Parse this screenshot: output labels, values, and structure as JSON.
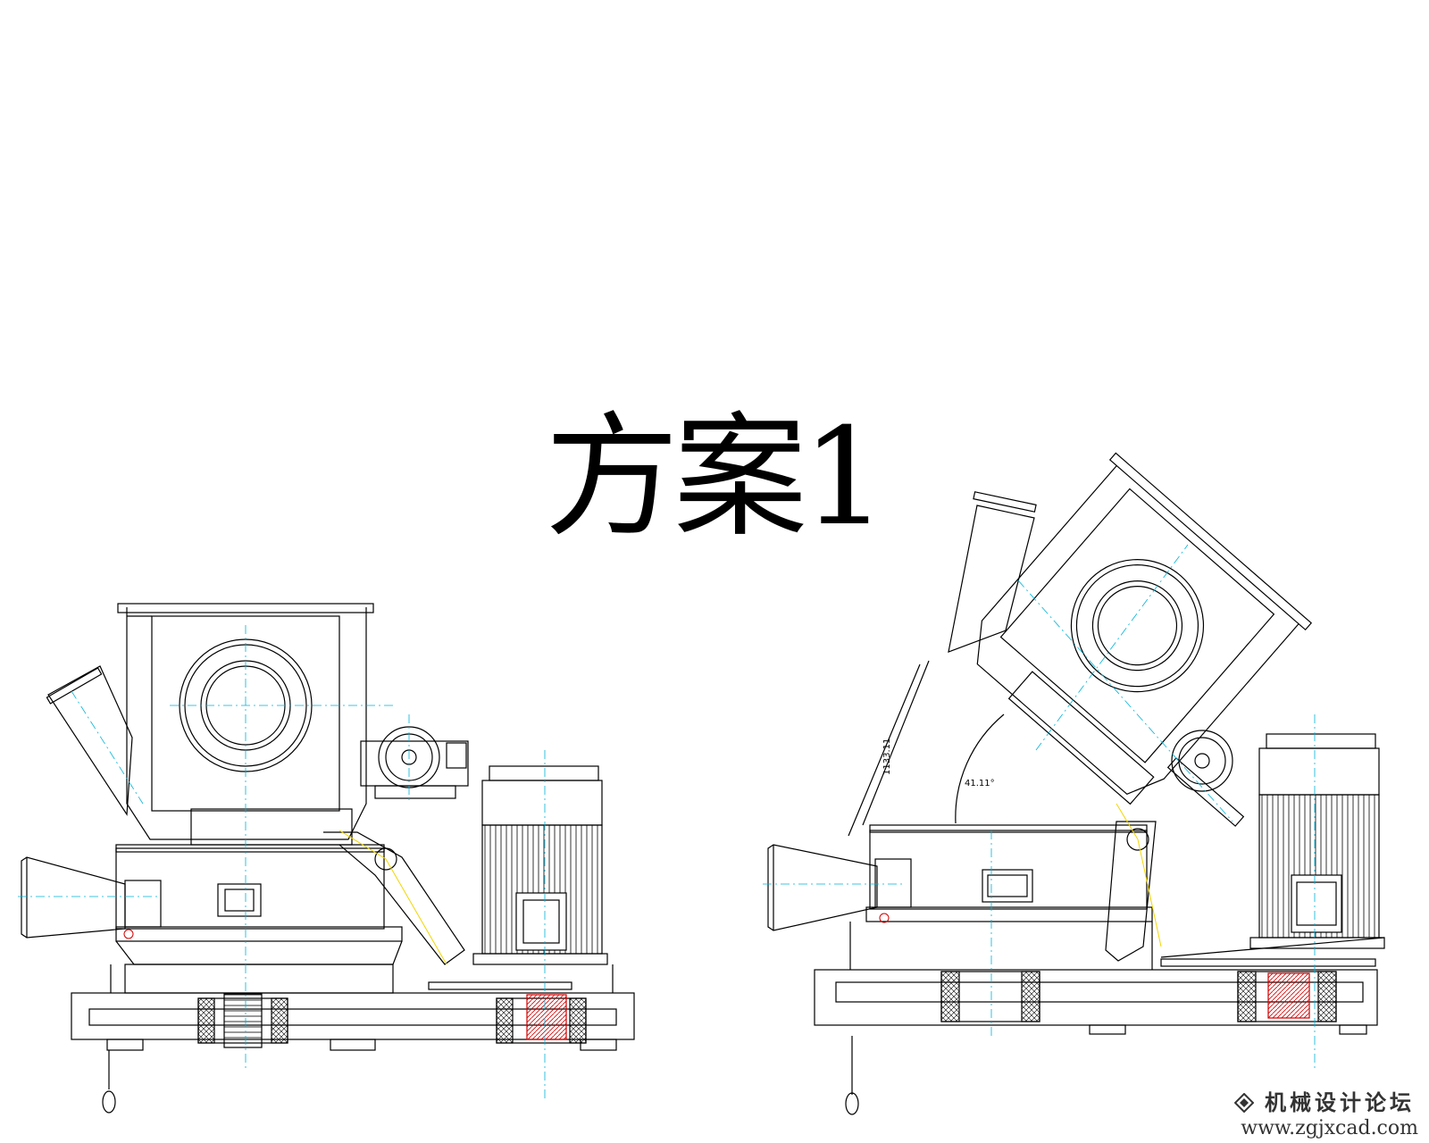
{
  "title": "方案1",
  "dimensions": {
    "length": "1133.11",
    "angle": "41.11°"
  },
  "watermark": {
    "brand": "机械设计论坛",
    "url": "www.zgjxcad.com"
  },
  "colors": {
    "line": "#000000",
    "centerline": "#00b4d8",
    "hatch_red": "#d00000",
    "highlight_yellow": "#f2d600",
    "accent_magenta": "#b000b0"
  }
}
